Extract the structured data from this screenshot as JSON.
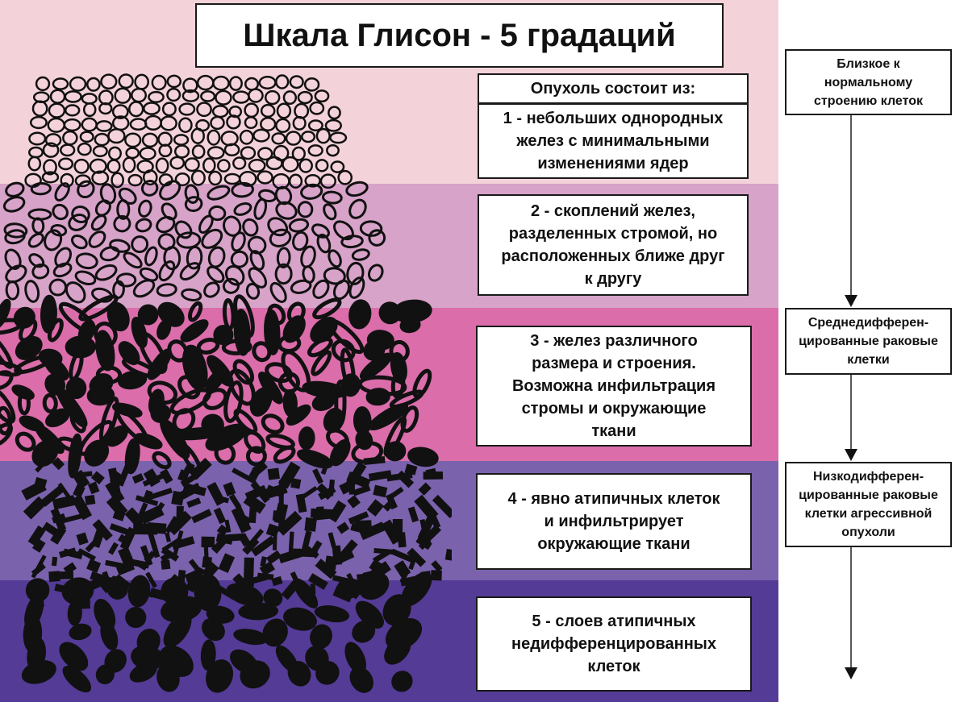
{
  "title": "Шкала Глисон - 5 градаций",
  "header": "Опухоль состоит из:",
  "grades": [
    {
      "line1": "1 - небольших однородных",
      "line2": "желез с минимальными",
      "line3": "изменениями ядер",
      "line4": ""
    },
    {
      "line1": "2 - скоплений желез,",
      "line2": "разделенных стромой, но",
      "line3": "расположенных ближе друг",
      "line4": "к другу"
    },
    {
      "line1": "3 - желез различного",
      "line2": "размера и строения.",
      "line3": "Возможна инфильтрация",
      "line4": "стромы и окружающие",
      "line5": "ткани"
    },
    {
      "line1": "4 - явно атипичных клеток",
      "line2": "и инфильтрирует",
      "line3": "окружающие ткани"
    },
    {
      "line1": "5 - слоев атипичных",
      "line2": "недифференцированных",
      "line3": "клеток"
    }
  ],
  "scale": [
    {
      "line1": "Близкое к",
      "line2": "нормальному",
      "line3": "строению клеток"
    },
    {
      "line1": "Среднедифферен-",
      "line2": "цированные раковые",
      "line3": "клетки"
    },
    {
      "line1": "Низкодифферен-",
      "line2": "цированные раковые",
      "line3": "клетки агрессивной",
      "line4": "опухоли"
    }
  ],
  "colors": {
    "band1": "#f4d2da",
    "band2": "#d7a3c8",
    "band3": "#da6daa",
    "band4": "#7b62ad",
    "band5": "#543b96",
    "ink": "#111111"
  }
}
